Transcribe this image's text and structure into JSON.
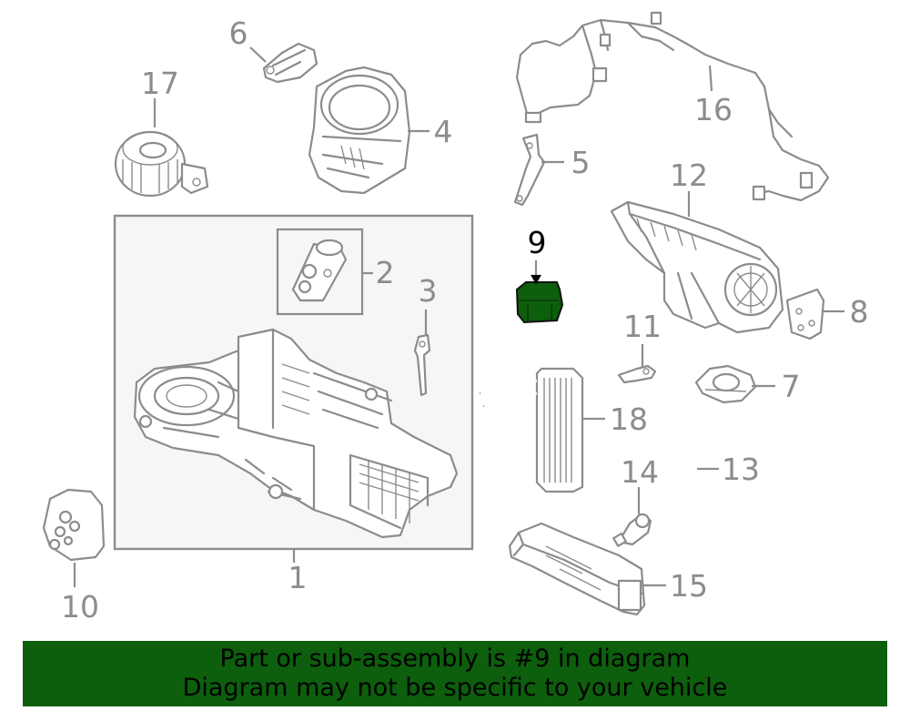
{
  "callouts": {
    "c1": "1",
    "c2": "2",
    "c3": "3",
    "c4": "4",
    "c5": "5",
    "c6": "6",
    "c7": "7",
    "c8": "8",
    "c9": "9",
    "c10": "10",
    "c11": "11",
    "c12": "12",
    "c13": "13",
    "c14": "14",
    "c15": "15",
    "c16": "16",
    "c17": "17",
    "c18": "18"
  },
  "highlight": {
    "part": "9",
    "color": "#0d5e0d"
  },
  "footer": {
    "line1": "Part or sub-assembly is #9 in diagram",
    "line2": "Diagram may not be specific to your vehicle"
  }
}
